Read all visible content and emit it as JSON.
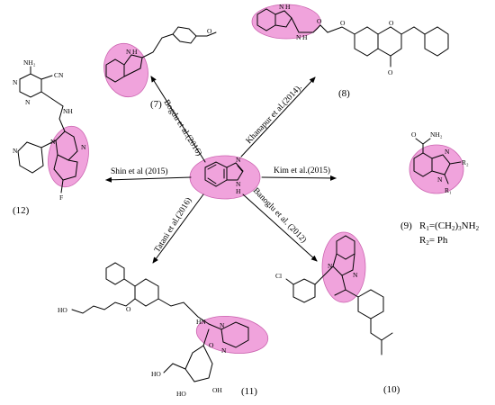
{
  "center": {
    "atoms": [
      "N",
      "N",
      "H"
    ]
  },
  "references": [
    {
      "id": "r7",
      "text": "Bogdu et al.(2016)"
    },
    {
      "id": "r8",
      "text": "Khanapur et al.(2014)."
    },
    {
      "id": "r9",
      "text": "Kim et al.(2015)"
    },
    {
      "id": "r10",
      "text": "Banoglu et al. (2012)"
    },
    {
      "id": "r11",
      "text": "Tatani et al.(2016)"
    },
    {
      "id": "r12",
      "text": "Shin et al (2015)"
    }
  ],
  "compounds": [
    {
      "id": "7",
      "label": "(7)",
      "atoms": [
        "N",
        "H",
        "O"
      ]
    },
    {
      "id": "8",
      "label": "(8)",
      "atoms": [
        "N",
        "H",
        "N",
        "H",
        "O",
        "O",
        "O",
        "O"
      ]
    },
    {
      "id": "9",
      "label": "(9)",
      "atoms": [
        "O",
        "NH₂",
        "N",
        "N",
        "R₁",
        "R₂"
      ],
      "r1": {
        "name": "R",
        "sub": "1",
        "eq": "=(CH",
        "sub2": "2",
        "close": ")",
        "sub3": "3",
        "tail": "NH",
        "sub4": "2"
      },
      "r2": {
        "name": "R",
        "sub": "2",
        "eq": "= Ph"
      }
    },
    {
      "id": "10",
      "label": "(10)",
      "atoms": [
        "N",
        "N",
        "Cl"
      ]
    },
    {
      "id": "11",
      "label": "(11)",
      "atoms": [
        "HO",
        "O",
        "HN",
        "N",
        "N",
        "O",
        "HO",
        "HO",
        "OH"
      ]
    },
    {
      "id": "12",
      "label": "(12)",
      "atoms": [
        "NH₂",
        "CN",
        "N",
        "N",
        "NH",
        "N",
        "N",
        "N",
        "F"
      ]
    }
  ]
}
